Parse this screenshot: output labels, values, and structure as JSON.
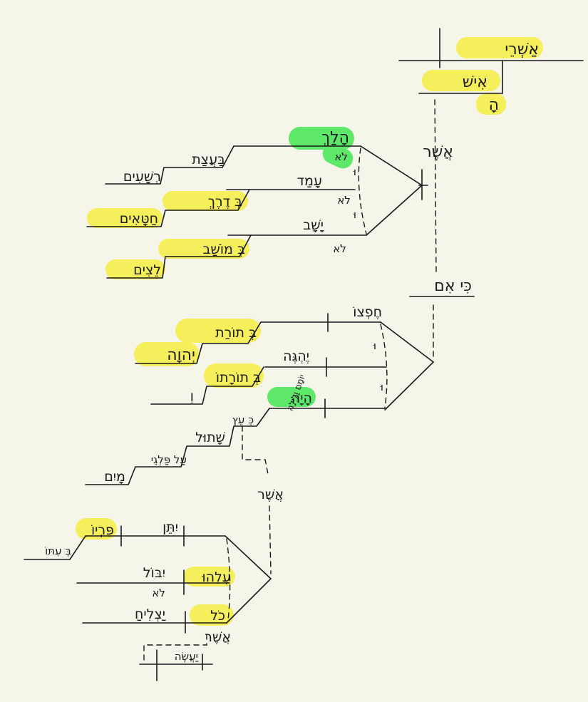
{
  "colors": {
    "background": "#f6f5ea",
    "ink": "#1a1a1a",
    "highlight_yellow": "#f4ef5a",
    "highlight_green": "#5ee86a"
  },
  "words": {
    "ashrei": "אַשְׁרֵי",
    "ish": "אִישׁ",
    "ha": "הָ",
    "asher": "אֲשֶׁר",
    "halach": "הָלַךְ",
    "lo": "לֹא",
    "amad": "עָמַד",
    "yashav": "יָשָׁב",
    "ba_atzat": "בַּעֲצַת",
    "rshaim": "רְשָׁעִים",
    "b_derech": "בְּ דֶרֶךְ",
    "chataim": "חַטָּאִים",
    "b_moshav": "בְּ מוֹשַׁב",
    "letzim": "לֵצִים",
    "vav": "וּ",
    "ki_im": "כִּי אִם",
    "cheftzo": "חֶפְצוֹ",
    "b_torat": "בְּ תוֹרַת",
    "yhvh": "יְהוָה",
    "yehgeh": "יֶהְגֶּה",
    "yomam_valayla": "יוֹמָם וָלָיְלָה",
    "b_torato": "בְּ תוֹרָתוֹ",
    "vav2": "וְ",
    "haya": "הָיָה",
    "ka_etz": "כְּ עֵץ",
    "shatul": "שָׁתוּל",
    "al_palgei": "עַל פַּלְגֵי",
    "mayim": "מָיִם",
    "asher2": "אֲשֶׁר",
    "yiten": "יִתֵּן",
    "piryo": "פִּרְיוֹ",
    "b_ito": "בְּ עִתּוֹ",
    "yibol": "יִבּוֹל",
    "alehu": "עָלֵהוּ",
    "lo2": "לֹא",
    "yatzliach": "יַצְלִיחַ",
    "kol": "כֹל",
    "asher3": "אֲשֶׁר",
    "yaaseh": "יַעֲשֶׂה"
  }
}
